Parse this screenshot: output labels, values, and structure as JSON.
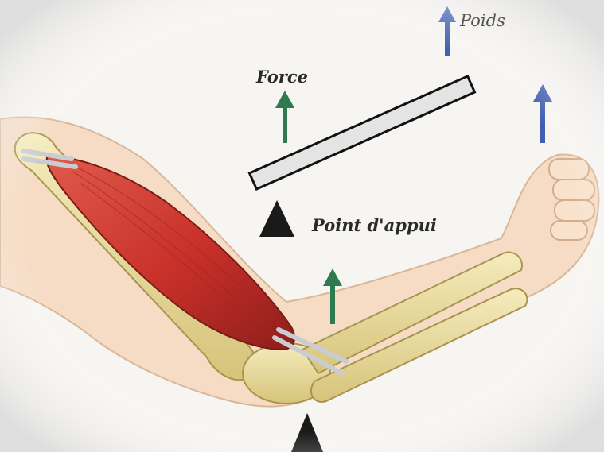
{
  "labels": {
    "weight": "Poids",
    "force": "Force",
    "fulcrum": "Point d'appui"
  },
  "icons": {
    "force_arrow": "up-arrow-green",
    "weight_arrow": "up-arrow-blue",
    "fulcrum": "triangle"
  },
  "colors": {
    "force_arrow": "#2f7a4f",
    "weight_arrow": "#3f5fb0",
    "muscle": "#c8302a",
    "bone": "#e6d79a",
    "skin": "#f6dcc4",
    "lever": "#e4e4e4",
    "fulcrum": "#1a1a1a"
  }
}
